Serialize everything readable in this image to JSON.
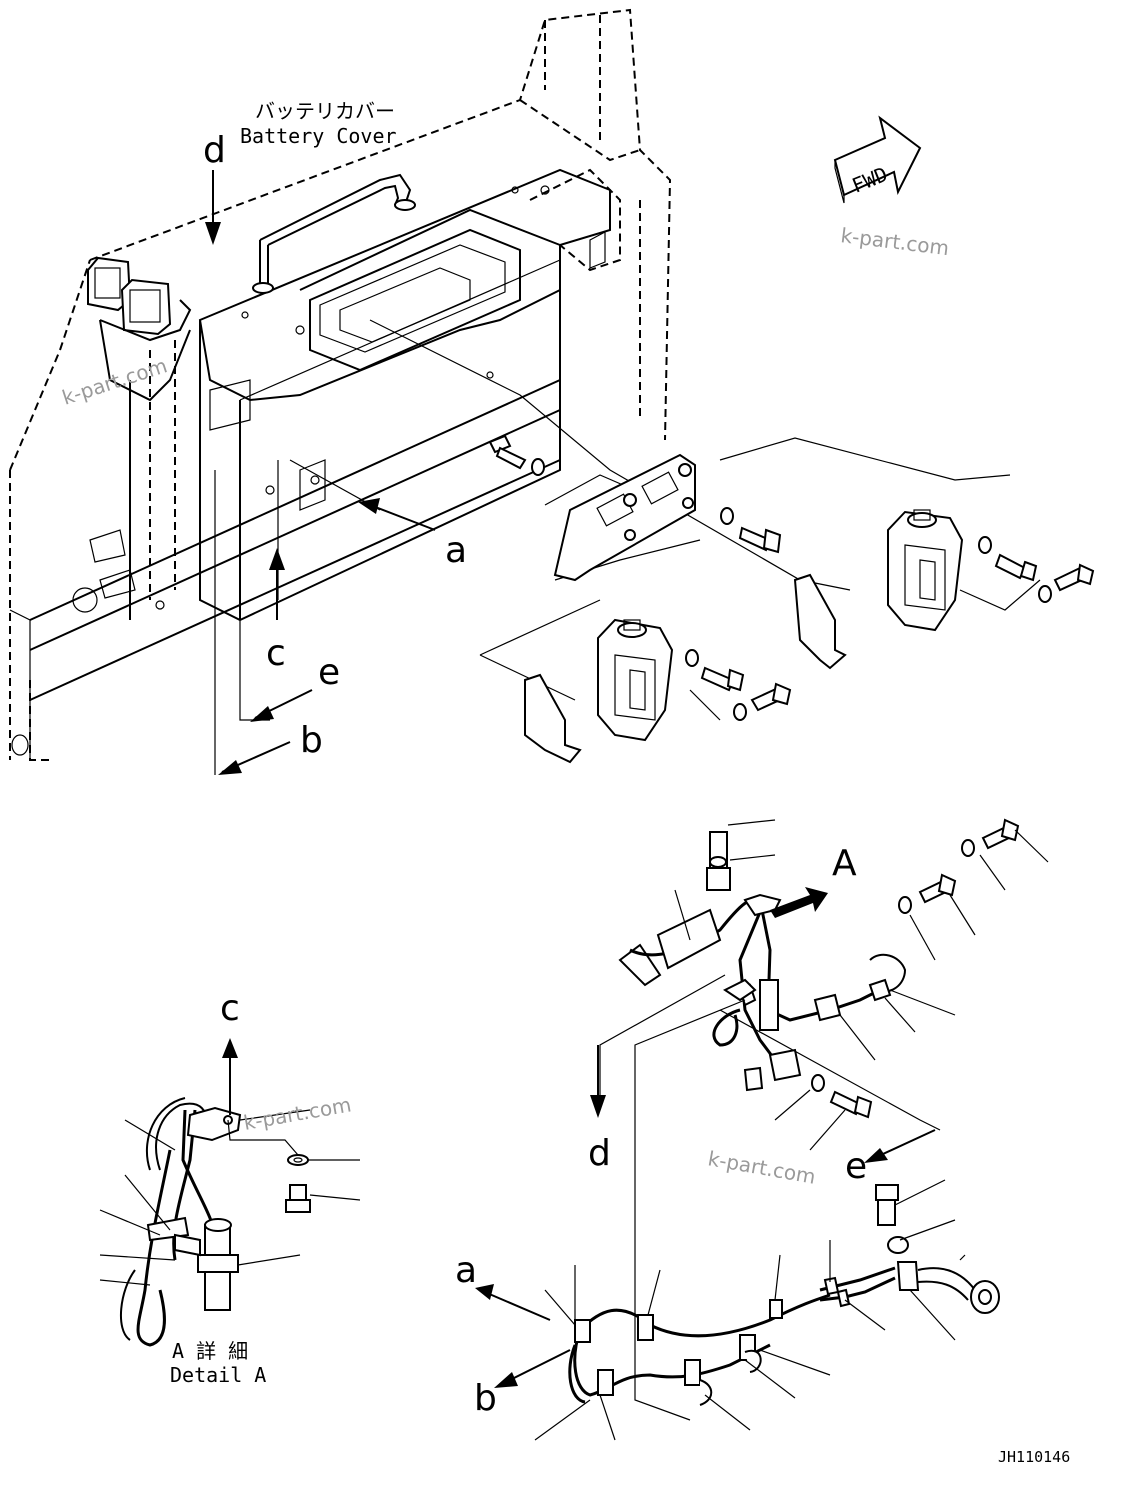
{
  "labels": {
    "battery_cover_jp": "バッテリカバー",
    "battery_cover_en": "Battery Cover",
    "fwd": "FWD",
    "detail_jp": "A 詳 細",
    "detail_en": "Detail A",
    "drawing_number": "JH110146",
    "detail_callout": "A"
  },
  "view_letters": {
    "a": "a",
    "b": "b",
    "c": "c",
    "d": "d",
    "e": "e"
  },
  "watermarks": [
    "k-part.com",
    "k-part.com",
    "k-part.com",
    "k-part.com"
  ]
}
